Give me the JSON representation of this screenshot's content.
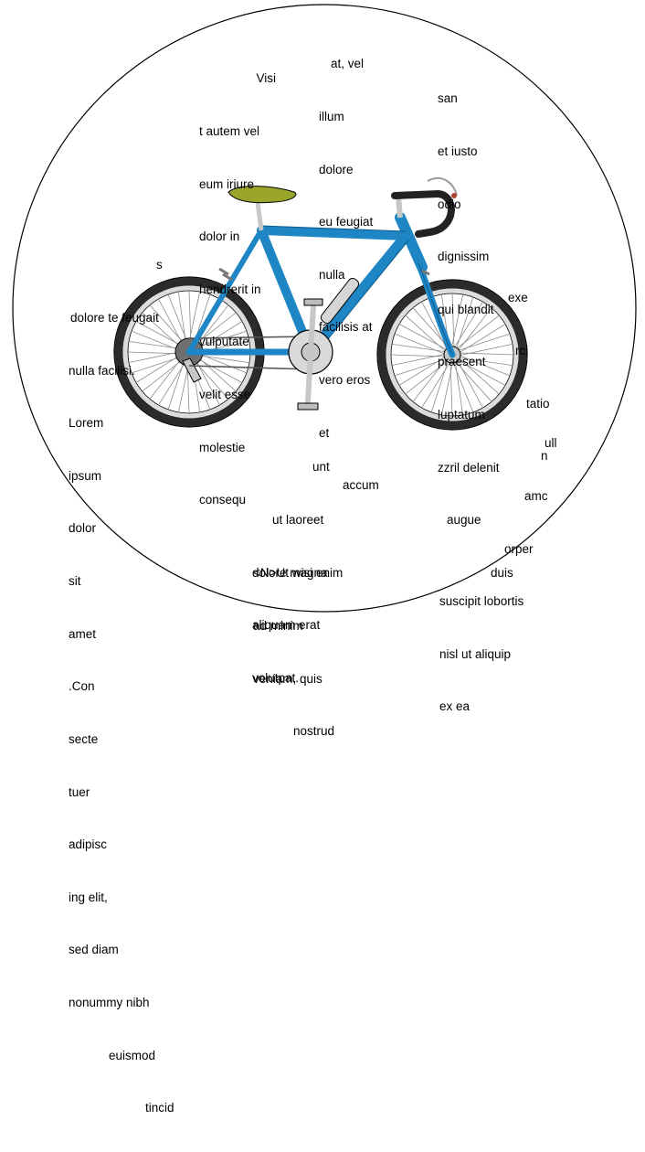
{
  "colors": {
    "frame": "#1e86c4",
    "frame_shadow": "#0d5a8a",
    "saddle": "#9aa62a",
    "tire": "#2b2b2b",
    "rim": "#dcdcdc",
    "spoke": "#8c8c8c",
    "metal": "#c7c7c7",
    "outline": "#000000"
  },
  "icons": {
    "bicycle": "bicycle-illustration"
  },
  "text_blocks": {
    "top_left": [
      "Visi",
      "t autem vel",
      "eum iriure",
      "dolor in",
      "hendrerit in",
      "vulputate",
      "velit esse",
      "molestie",
      "consequ"
    ],
    "top_center": [
      "at, vel",
      "illum",
      "dolore",
      "eu feugiat",
      "nulla",
      "facilisis at",
      "vero eros",
      "et",
      "accum"
    ],
    "top_right": [
      "san",
      "et iusto",
      "odio",
      "dignissim",
      "qui blandit",
      "praesent",
      "luptatum",
      "zzril delenit",
      "augue",
      "duis"
    ],
    "left": [
      "s",
      "dolore te feugait",
      "nulla facilisi.",
      "Lorem",
      "ipsum",
      "dolor",
      "sit",
      "amet",
      ".Con",
      "secte",
      "tuer",
      "adipisc",
      "ing elit,",
      "sed diam",
      "nonummy nibh",
      "euismod",
      "tincid"
    ],
    "right_mid": [
      "exe",
      "rci",
      "tatio",
      "n"
    ],
    "right_low": [
      "ull",
      "amc",
      "orper",
      "suscipit lobortis",
      "nisl ut aliquip",
      "ex ea"
    ],
    "bottom_center": [
      "unt",
      "ut laoreet",
      "dolore magna",
      "aliquam erat",
      "volutpat."
    ],
    "bottom": [
      "<N>Ut wisi enim",
      "ad minim",
      "veniam, quis",
      "nostrud"
    ]
  }
}
